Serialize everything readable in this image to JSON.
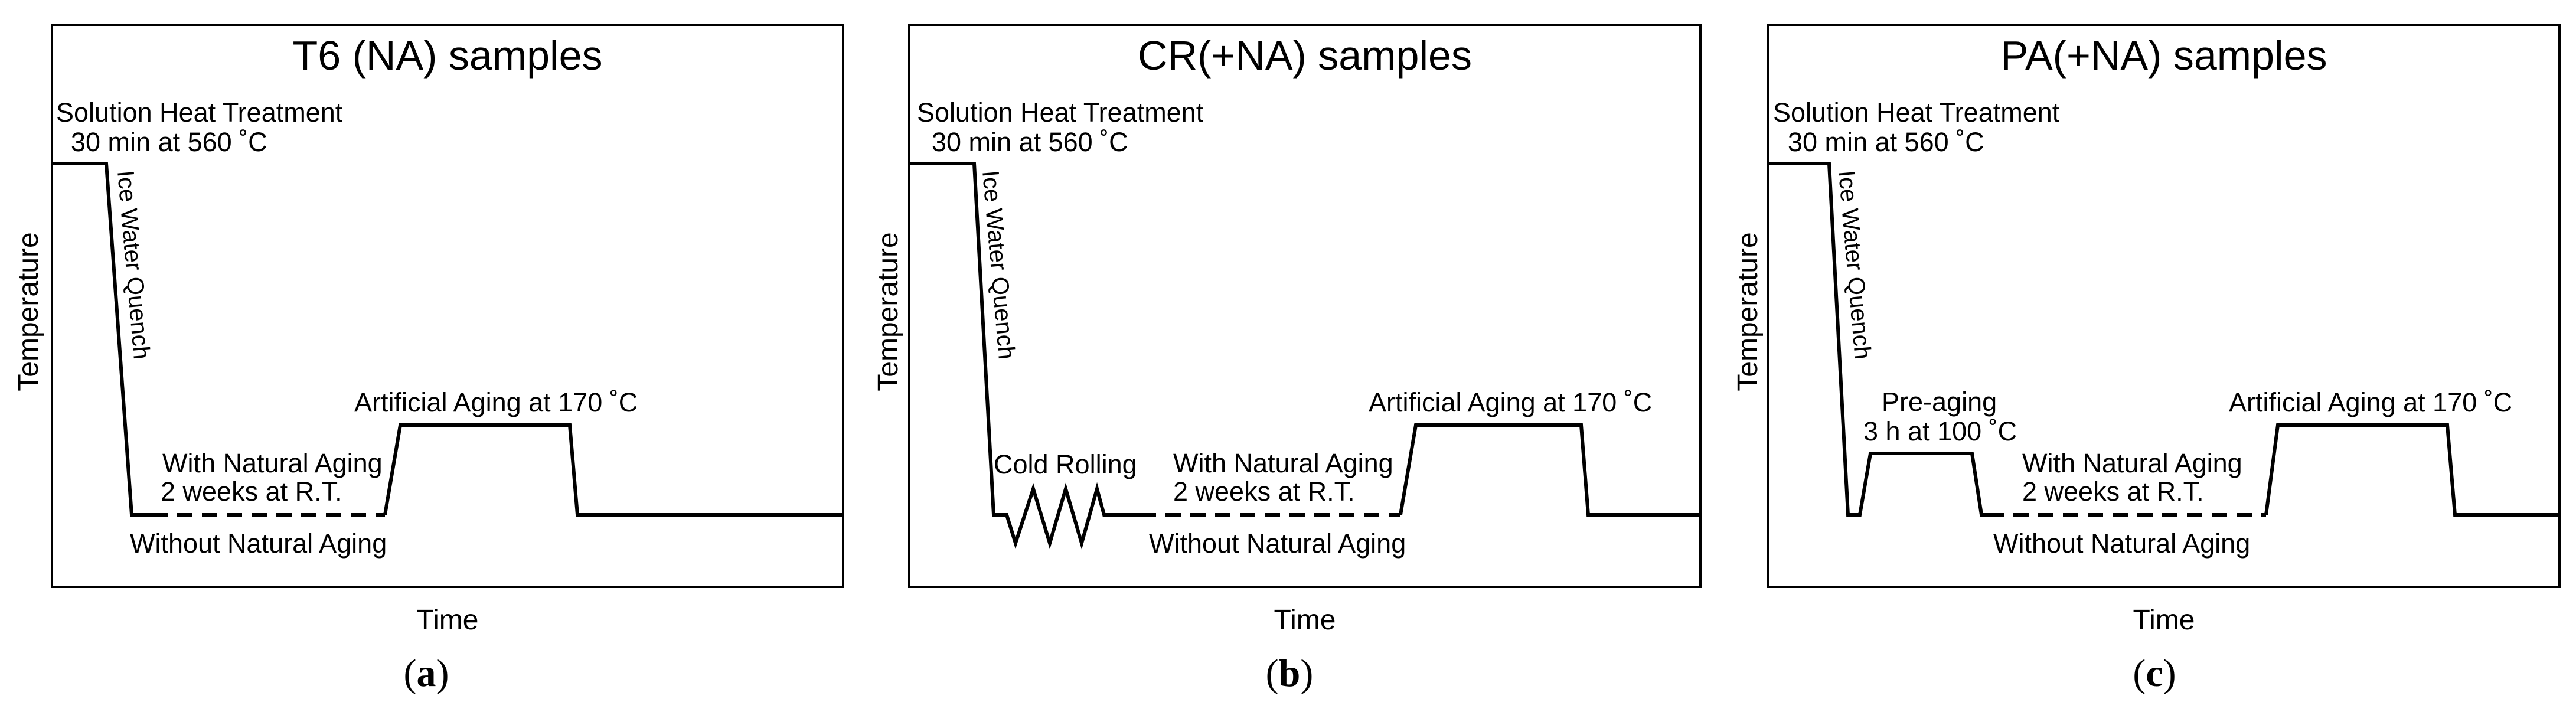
{
  "colors": {
    "line": "#000000",
    "background": "#ffffff"
  },
  "panels": [
    {
      "title": "T6 (NA) samples",
      "caption_open": "(",
      "caption_letter": "a",
      "caption_close": ")",
      "axis_y": "Temperature",
      "axis_x": "Time",
      "sht_line1": "Solution Heat Treatment",
      "sht_line2": "30 min at 560 ˚C",
      "quench": "Ice Water Quench",
      "with_na_line1": "With Natural Aging",
      "with_na_line2": "2 weeks at R.T.",
      "without_na": "Without Natural Aging",
      "aa": "Artificial Aging at 170 ˚C"
    },
    {
      "title": "CR(+NA) samples",
      "caption_open": "(",
      "caption_letter": "b",
      "caption_close": ")",
      "axis_y": "Temperature",
      "axis_x": "Time",
      "sht_line1": "Solution Heat Treatment",
      "sht_line2": "30 min at 560 ˚C",
      "quench": "Ice Water Quench",
      "cold_rolling": "Cold Rolling",
      "with_na_line1": "With Natural Aging",
      "with_na_line2": "2 weeks at R.T.",
      "without_na": "Without Natural Aging",
      "aa": "Artificial Aging at 170 ˚C"
    },
    {
      "title": "PA(+NA) samples",
      "caption_open": "(",
      "caption_letter": "c",
      "caption_close": ")",
      "axis_y": "Temperature",
      "axis_x": "Time",
      "sht_line1": "Solution Heat Treatment",
      "sht_line2": "30 min at 560 ˚C",
      "quench": "Ice Water Quench",
      "pre_aging_line1": "Pre-aging",
      "pre_aging_line2": "3 h at 100 ˚C",
      "with_na_line1": "With Natural Aging",
      "with_na_line2": "2 weeks at R.T.",
      "without_na": "Without Natural Aging",
      "aa": "Artificial Aging at 170 ˚C"
    }
  ]
}
